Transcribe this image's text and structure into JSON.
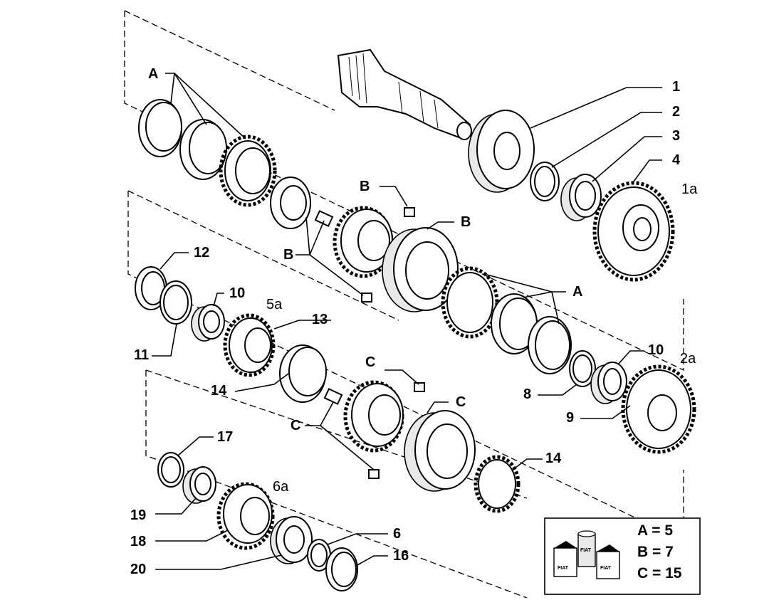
{
  "callouts": {
    "c1": "1",
    "c2": "2",
    "c3": "3",
    "c4": "4",
    "c1a": "1a",
    "c12": "12",
    "c10a": "10",
    "c5a": "5a",
    "c13": "13",
    "c11": "11",
    "c14a": "14",
    "c8": "8",
    "c10b": "10",
    "c2a": "2a",
    "c9": "9",
    "c17": "17",
    "c19": "19",
    "c18": "18",
    "c20": "20",
    "c6a": "6a",
    "c6": "6",
    "c16": "16",
    "c14b": "14",
    "grpA1": "A",
    "grpA2": "A",
    "grpB1": "B",
    "grpB2": "B",
    "grpB3": "B",
    "grpC1": "C",
    "grpC2": "C",
    "grpC3": "C"
  },
  "legend": {
    "line_a": "A = 5",
    "line_b": "B = 7",
    "line_c": "C = 15",
    "logo_text_1": "FIAT",
    "logo_text_2": "FIAT",
    "logo_text_3": "FIAT"
  },
  "colors": {
    "ink": "#000000",
    "paper": "#ffffff",
    "shade": "#e9e9e9"
  }
}
